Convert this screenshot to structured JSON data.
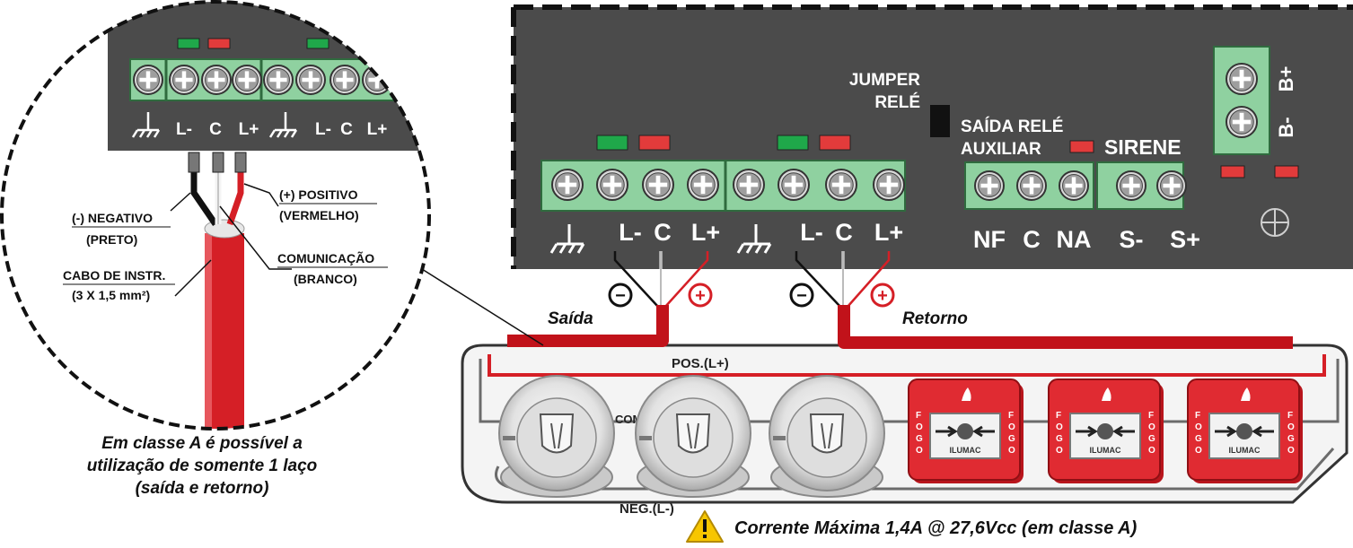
{
  "panel": {
    "jumper_line1": "JUMPER",
    "jumper_line2": "RELÉ",
    "aux_relay_line1": "SAÍDA RELÉ",
    "aux_relay_line2": "AUXILIAR",
    "siren_title": "SIRENE",
    "loop_terminals": [
      "L-",
      "C",
      "L+"
    ],
    "relay_terminals": [
      "NF",
      "C",
      "NA"
    ],
    "siren_terminals": [
      "S-",
      "S+"
    ],
    "battery_terminals": [
      "B+",
      "B-"
    ]
  },
  "zoom": {
    "terminals": [
      "L-",
      "C",
      "L+",
      "L-",
      "C",
      "L+"
    ],
    "positive_line1": "(+) POSITIVO",
    "positive_line2": "(VERMELHO)",
    "negative_line1": "(-) NEGATIVO",
    "negative_line2": "(PRETO)",
    "comm_line1": "COMUNICAÇÃO",
    "comm_line2": "(BRANCO)",
    "cable_line1": "CABO DE INSTR.",
    "cable_line2": "(3 X 1,5 mm²)"
  },
  "wiring": {
    "saida": "Saída",
    "retorno": "Retorno",
    "pos_label": "POS.(L+)",
    "com_label": "COM.",
    "neg_label": "NEG.(L-)",
    "minus_symbol": "−",
    "plus_symbol": "+"
  },
  "devices": {
    "call_point_brand": "ILUMAC",
    "call_point_side_text": "FOGO"
  },
  "note_lines": [
    "Em classe A é possível a",
    "utilização de somente 1 laço",
    "(saída e retorno)"
  ],
  "warning": "Corrente Máxima 1,4A @ 27,6Vcc (em classe A)",
  "colors": {
    "panel": "#4b4b4b",
    "terminal_green": "#8fd1a0",
    "led_green": "#1fa84a",
    "led_red": "#e23b3b",
    "cable_red": "#d51f26",
    "warning_yellow": "#f7c600"
  }
}
